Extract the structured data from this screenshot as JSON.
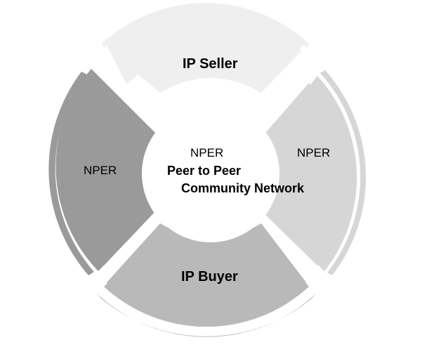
{
  "diagram": {
    "segments": {
      "top": {
        "label": "IP Seller",
        "color": "#efefef"
      },
      "right": {
        "label": "NPER",
        "color": "#d6d6d6"
      },
      "bottom": {
        "label": "IP Buyer",
        "color": "#b9b9b9"
      },
      "left": {
        "label": "NPER",
        "color": "#9a9a9a"
      }
    },
    "center": {
      "line1": "NPER",
      "line2": "Peer to Peer",
      "line3": "Community Network",
      "color": "#ffffff"
    }
  }
}
